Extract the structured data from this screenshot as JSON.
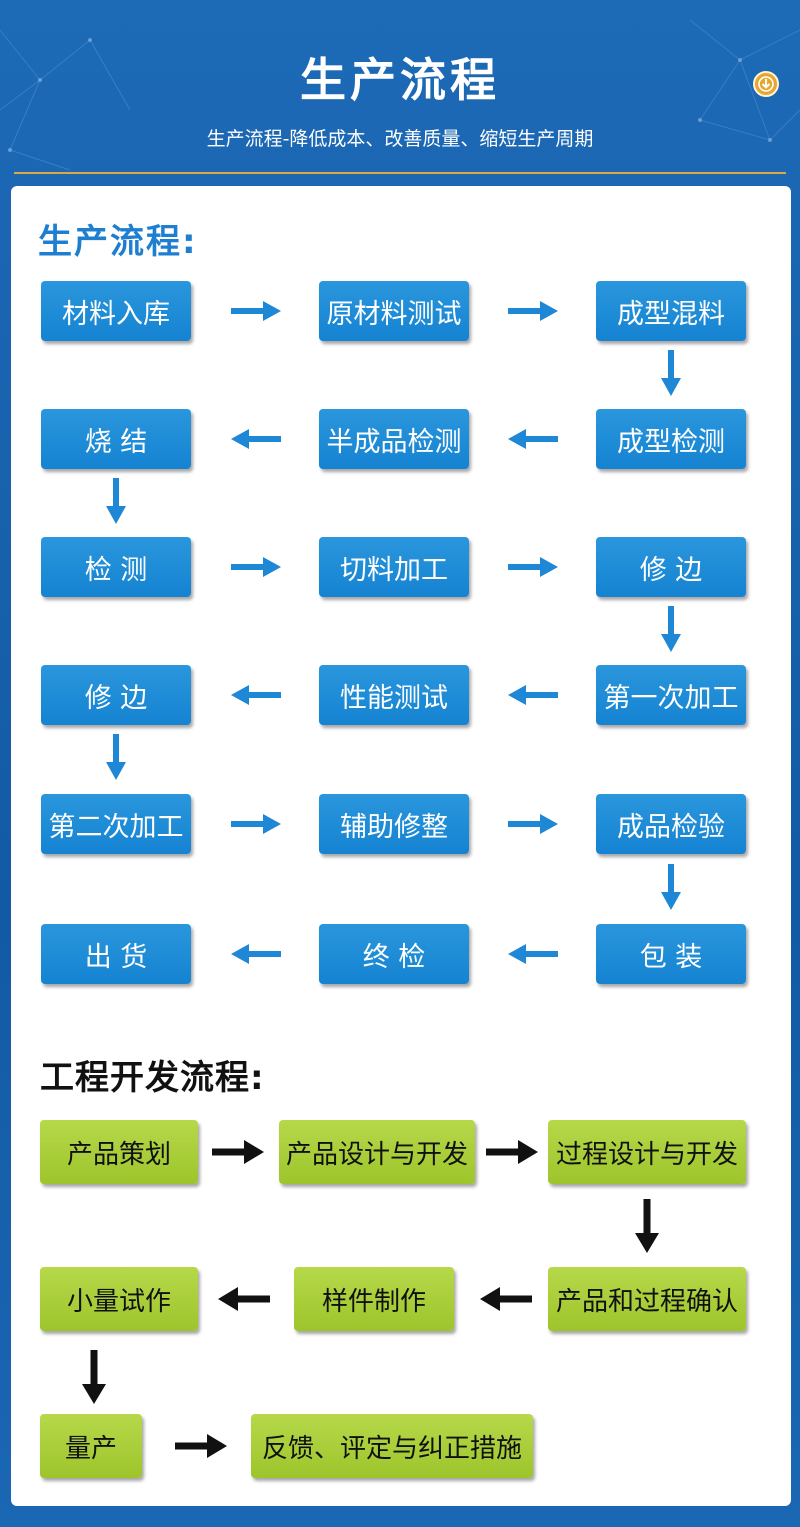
{
  "header": {
    "title": "生产流程",
    "subtitle": "生产流程-降低成本、改善质量、缩短生产周期"
  },
  "production": {
    "title": "生产流程:",
    "steps": [
      "材料入库",
      "原材料测试",
      "成型混料",
      "烧 结",
      "半成品检测",
      "成型检测",
      "检 测",
      "切料加工",
      "修 边",
      "修 边",
      "性能测试",
      "第一次加工",
      "第二次加工",
      "辅助修整",
      "成品检验",
      "出 货",
      "终 检",
      "包 装"
    ]
  },
  "engineering": {
    "title": "工程开发流程:",
    "steps": [
      "产品策划",
      "产品设计与开发",
      "过程设计与开发",
      "小量试作",
      "样件制作",
      "产品和过程确认",
      "量产",
      "反馈、评定与纠正措施"
    ]
  },
  "colors": {
    "frame": "#1b66b1",
    "blue_box": "#1a89d6",
    "blue_arrow": "#1e87d6",
    "green_box": "#a8cf38",
    "black_arrow": "#111111",
    "accent_rule": "#e0a83c"
  },
  "icons": {
    "header_button": "arrow-down-circle-icon",
    "production_arrows": "blue-arrow-icon",
    "engineering_arrows": "black-arrow-icon"
  }
}
